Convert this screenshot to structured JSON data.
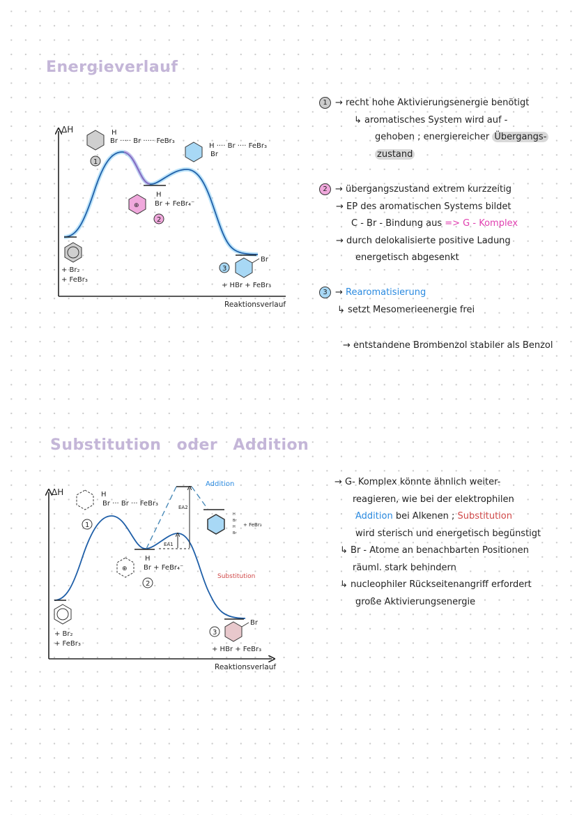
{
  "section1": {
    "title": "Energieverlauf",
    "diagram": {
      "y_axis": "ΔH",
      "x_axis": "Reaktionsverlauf",
      "start": {
        "l1": "+ Br₂",
        "l2": "+ FeBr₃"
      },
      "ts1": {
        "label": "1",
        "formula": "Br ····· Br ····· FeBr₃",
        "h": "H"
      },
      "intermediate": {
        "label": "2",
        "formula": "Br + FeBr₄⁻",
        "h": "H",
        "charge": "⊕"
      },
      "ts2": {
        "formula": "H ···· Br ···· FeBr₃",
        "br": "Br"
      },
      "product": {
        "label": "3",
        "formula": "+ HBr + FeBr₃",
        "br": "Br"
      },
      "colors": {
        "curve": "#1f5fa8",
        "glow": "#8fd0f5",
        "ts1": "#cfcfcf",
        "intermediate": "#f0a8dc",
        "product": "#a8d8f5"
      }
    },
    "notes": {
      "n1_num": "1",
      "n1_l1": "→ recht hohe Aktivierungsenergie benötigt",
      "n1_l2": "↳ aromatisches System wird auf -",
      "n1_l3a": "gehoben ; energiereicher ",
      "n1_l3b": "Übergangs-",
      "n1_l4": "zustand",
      "n2_num": "2",
      "n2_l1": "→ übergangszustand extrem kurzzeitig",
      "n2_l2": "→ EP des aromatischen Systems bildet",
      "n2_l3a": "C - Br - Bindung aus ",
      "n2_l3b": "=> G - Komplex",
      "n2_l4": "→ durch delokalisierte positive Ladung",
      "n2_l5": "energetisch abgesenkt",
      "n3_num": "3",
      "n3_l1a": "→ ",
      "n3_l1b": "Rearomatisierung",
      "n3_l2": "↳ setzt Mesomerieenergie frei",
      "n4": "→ entstandene Brombenzol stabiler als Benzol"
    }
  },
  "section2": {
    "title": "Substitution oder Addition",
    "diagram": {
      "y_axis": "ΔH",
      "x_axis": "Reaktionsverlauf",
      "start": {
        "l1": "+ Br₂",
        "l2": "+ FeBr₃"
      },
      "ts1": {
        "label": "1",
        "formula": "Br ··· Br ··· FeBr₃",
        "h": "H"
      },
      "intermediate": {
        "label": "2",
        "formula": "Br + FeBr₄⁻",
        "h": "H",
        "charge": "⊕"
      },
      "addition_label": "Addition",
      "substitution_label": "Substitution",
      "ea1": "EA1",
      "ea2": "EA2",
      "addition_product": {
        "formula": "+ FeBr₃",
        "subs": [
          "H",
          "Br",
          "H",
          "Br"
        ]
      },
      "product": {
        "label": "3",
        "formula": "+ HBr + FeBr₃",
        "br": "Br"
      },
      "colors": {
        "curve": "#1f5fa8",
        "addition": "#2a8ae0",
        "substitution": "#d04848",
        "product": "#e8c8cc",
        "addition_product": "#a8d8f5"
      }
    },
    "notes": {
      "l1": "→ G- Komplex könnte ähnlich weiter-",
      "l2": "reagieren, wie bei der elektrophilen",
      "l3a": "Addition",
      "l3b": " bei Alkenen ; ",
      "l3c": "Substitution",
      "l4": "wird sterisch und energetisch begünstigt",
      "l5": "↳ Br - Atome an benachbarten Positionen",
      "l6": "räuml. stark behindern",
      "l7": "↳ nucleophiler Rückseitenangriff erfordert",
      "l8": "große Aktivierungsenergie"
    }
  }
}
